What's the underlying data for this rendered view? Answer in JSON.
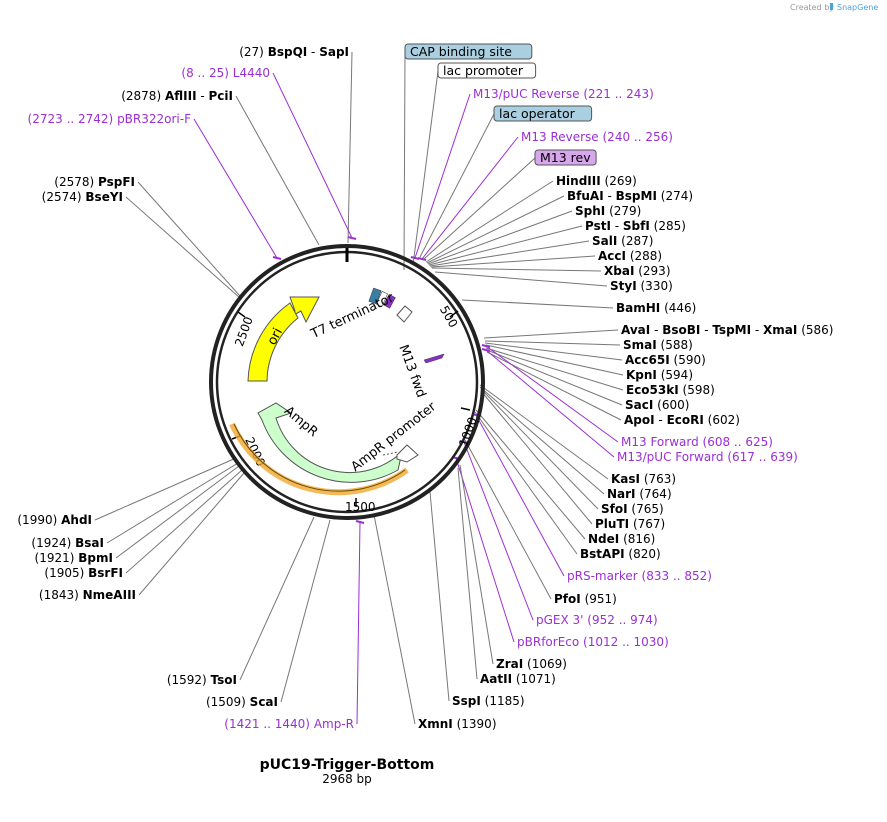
{
  "credit": "Created by",
  "credit_brand": "SnapGene",
  "plasmid": {
    "name": "pUC19-Trigger-Bottom",
    "length_label": "2968 bp"
  },
  "ticks": [
    "500",
    "1000",
    "1500",
    "2000",
    "2500"
  ],
  "features": {
    "ori": "ori",
    "t7": "T7 terminator",
    "m13fwd": "M13 fwd",
    "ampr": "AmpR",
    "amprp": "AmpR promoter"
  },
  "right_labels": [
    {
      "id": "cap",
      "type": "box",
      "text": "CAP binding site",
      "color": "#a9cfe0"
    },
    {
      "id": "lacp",
      "type": "box",
      "text": "lac promoter",
      "color": "#ffffff"
    },
    {
      "id": "m13pucrev",
      "type": "primer",
      "text": "M13/pUC Reverse",
      "range": "(221 .. 243)"
    },
    {
      "id": "laco",
      "type": "box",
      "text": "lac operator",
      "color": "#a9cfe0"
    },
    {
      "id": "m13rev",
      "type": "primer",
      "text": "M13 Reverse",
      "range": "(240 .. 256)"
    },
    {
      "id": "m13revbox",
      "type": "box",
      "text": "M13 rev",
      "color": "#d8a6ec"
    },
    {
      "id": "hind",
      "type": "site",
      "parts": [
        "HindIII"
      ],
      "pos": "(269)"
    },
    {
      "id": "bfua",
      "type": "site",
      "parts": [
        "BfuAI",
        "BspMI"
      ],
      "pos": "(274)"
    },
    {
      "id": "sphi",
      "type": "site",
      "parts": [
        "SphI"
      ],
      "pos": "(279)"
    },
    {
      "id": "psti",
      "type": "site",
      "parts": [
        "PstI",
        "SbfI"
      ],
      "pos": "(285)"
    },
    {
      "id": "sali",
      "type": "site",
      "parts": [
        "SalI"
      ],
      "pos": "(287)"
    },
    {
      "id": "acci",
      "type": "site",
      "parts": [
        "AccI"
      ],
      "pos": "(288)"
    },
    {
      "id": "xbai",
      "type": "site",
      "parts": [
        "XbaI"
      ],
      "pos": "(293)"
    },
    {
      "id": "styi",
      "type": "site",
      "parts": [
        "StyI"
      ],
      "pos": "(330)"
    },
    {
      "id": "bamhi",
      "type": "site",
      "parts": [
        "BamHI"
      ],
      "pos": "(446)"
    },
    {
      "id": "avai",
      "type": "site",
      "parts": [
        "AvaI",
        "BsoBI",
        "TspMI",
        "XmaI"
      ],
      "pos": "(586)"
    },
    {
      "id": "smai",
      "type": "site",
      "parts": [
        "SmaI"
      ],
      "pos": "(588)"
    },
    {
      "id": "acc65i",
      "type": "site",
      "parts": [
        "Acc65I"
      ],
      "pos": "(590)"
    },
    {
      "id": "kpni",
      "type": "site",
      "parts": [
        "KpnI"
      ],
      "pos": "(594)"
    },
    {
      "id": "eco53ki",
      "type": "site",
      "parts": [
        "Eco53kI"
      ],
      "pos": "(598)"
    },
    {
      "id": "saci",
      "type": "site",
      "parts": [
        "SacI"
      ],
      "pos": "(600)"
    },
    {
      "id": "apoi",
      "type": "site",
      "parts": [
        "ApoI",
        "EcoRI"
      ],
      "pos": "(602)"
    },
    {
      "id": "m13fwdp",
      "type": "primer",
      "text": "M13 Forward",
      "range": "(608 .. 625)"
    },
    {
      "id": "m13pucfwd",
      "type": "primer",
      "text": "M13/pUC Forward",
      "range": "(617 .. 639)"
    },
    {
      "id": "kasi",
      "type": "site",
      "parts": [
        "KasI"
      ],
      "pos": "(763)"
    },
    {
      "id": "nari",
      "type": "site",
      "parts": [
        "NarI"
      ],
      "pos": "(764)"
    },
    {
      "id": "sfoi",
      "type": "site",
      "parts": [
        "SfoI"
      ],
      "pos": "(765)"
    },
    {
      "id": "pluti",
      "type": "site",
      "parts": [
        "PluTI"
      ],
      "pos": "(767)"
    },
    {
      "id": "ndei",
      "type": "site",
      "parts": [
        "NdeI"
      ],
      "pos": "(816)"
    },
    {
      "id": "bstapi",
      "type": "site",
      "parts": [
        "BstAPI"
      ],
      "pos": "(820)"
    },
    {
      "id": "prs",
      "type": "primer",
      "text": "pRS-marker",
      "range": "(833 .. 852)"
    },
    {
      "id": "pfoi",
      "type": "site",
      "parts": [
        "PfoI"
      ],
      "pos": "(951)"
    },
    {
      "id": "pgex",
      "type": "primer",
      "text": "pGEX 3'",
      "range": "(952 .. 974)"
    },
    {
      "id": "pbrfor",
      "type": "primer",
      "text": "pBRforEco",
      "range": "(1012 .. 1030)"
    },
    {
      "id": "zrai",
      "type": "site",
      "parts": [
        "ZraI"
      ],
      "pos": "(1069)"
    },
    {
      "id": "aatii",
      "type": "site",
      "parts": [
        "AatII"
      ],
      "pos": "(1071)"
    },
    {
      "id": "sspi",
      "type": "site",
      "parts": [
        "SspI"
      ],
      "pos": "(1185)"
    },
    {
      "id": "xmni",
      "type": "site",
      "parts": [
        "XmnI"
      ],
      "pos": "(1390)"
    }
  ],
  "left_labels": [
    {
      "id": "bspqi",
      "type": "site",
      "parts": [
        "BspQI",
        "SapI"
      ],
      "pos": "(27)"
    },
    {
      "id": "l4440",
      "type": "primer",
      "text": "L4440",
      "range": "(8 .. 25)"
    },
    {
      "id": "afliii",
      "type": "site",
      "parts": [
        "AflIII",
        "PciI"
      ],
      "pos": "(2878)"
    },
    {
      "id": "pbr322",
      "type": "primer",
      "text": "pBR322ori-F",
      "range": "(2723 .. 2742)"
    },
    {
      "id": "pspfi",
      "type": "site",
      "parts": [
        "PspFI"
      ],
      "pos": "(2578)"
    },
    {
      "id": "bseyi",
      "type": "site",
      "parts": [
        "BseYI"
      ],
      "pos": "(2574)"
    },
    {
      "id": "ahdi",
      "type": "site",
      "parts": [
        "AhdI"
      ],
      "pos": "(1990)"
    },
    {
      "id": "bsai",
      "type": "site",
      "parts": [
        "BsaI"
      ],
      "pos": "(1924)"
    },
    {
      "id": "bpmi",
      "type": "site",
      "parts": [
        "BpmI"
      ],
      "pos": "(1921)"
    },
    {
      "id": "bsrfi",
      "type": "site",
      "parts": [
        "BsrFI"
      ],
      "pos": "(1905)"
    },
    {
      "id": "nmeaiii",
      "type": "site",
      "parts": [
        "NmeAIII"
      ],
      "pos": "(1843)"
    },
    {
      "id": "tsoi",
      "type": "site",
      "parts": [
        "TsoI"
      ],
      "pos": "(1592)"
    },
    {
      "id": "scai",
      "type": "site",
      "parts": [
        "ScaI"
      ],
      "pos": "(1509)"
    },
    {
      "id": "ampr",
      "type": "primer",
      "text": "Amp-R",
      "range": "(1421 .. 1440)"
    }
  ],
  "colors": {
    "primer": "#9b2fd4",
    "ori": "#ffff00",
    "ampr": "#ccffcc",
    "line": "#777777"
  }
}
